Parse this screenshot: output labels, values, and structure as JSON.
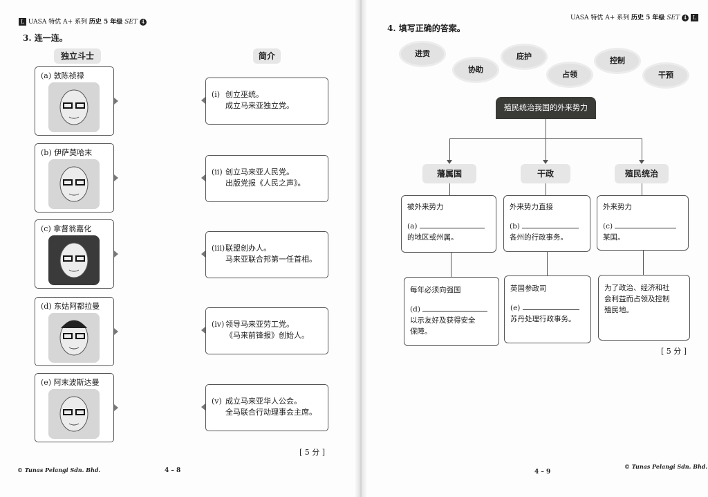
{
  "left_page": {
    "header": {
      "logo": "L",
      "series": "UASA 特优 A+ 系列",
      "subject": "历史 5 年级",
      "set_label": "SET",
      "set_number": "4"
    },
    "question": "3. 连一连。",
    "column_left_heading": "独立斗士",
    "column_right_heading": "简介",
    "fighters": [
      {
        "label": "(a)",
        "name": "敦陈祯禄"
      },
      {
        "label": "(b)",
        "name": "伊萨莫哈末"
      },
      {
        "label": "(c)",
        "name": "拿督翁嘉化"
      },
      {
        "label": "(d)",
        "name": "东姑阿都拉曼"
      },
      {
        "label": "(e)",
        "name": "阿末波斯达曼"
      }
    ],
    "descriptions": [
      {
        "label": "(i)",
        "line1": "创立巫统。",
        "line2": "成立马来亚独立党。"
      },
      {
        "label": "(ii)",
        "line1": "创立马来亚人民党。",
        "line2": "出版党报《人民之声》。"
      },
      {
        "label": "(iii)",
        "line1": "联盟创办人。",
        "line2": "马来亚联合邦第一任首相。"
      },
      {
        "label": "(iv)",
        "line1": "领导马来亚劳工党。",
        "line2": "《马来前锋报》创始人。"
      },
      {
        "label": "(v)",
        "line1": "成立马来亚华人公会。",
        "line2": "全马联合行动理事会主席。"
      }
    ],
    "marks": "[ 5 分 ]",
    "footer": "© Tunas Pelangi Sdn. Bhd.",
    "page_number": "4 – 8"
  },
  "right_page": {
    "header": {
      "series": "UASA 特优 A+ 系列",
      "subject": "历史 5 年级",
      "set_label": "SET",
      "set_number": "4",
      "logo": "L"
    },
    "question": "4. 填写正确的答案。",
    "word_bank": [
      "进贡",
      "协助",
      "庇护",
      "占领",
      "控制",
      "干预"
    ],
    "diagram_title": "殖民统治我国的外来势力",
    "categories": [
      {
        "name": "藩属国",
        "top_before": "被外来势力",
        "blank": "(a)",
        "top_after": "的地区或州属。",
        "bottom_before": "每年必须向强国",
        "bottom_blank": "(d)",
        "bottom_after1": "以示友好及获得安全",
        "bottom_after2": "保障。"
      },
      {
        "name": "干政",
        "top_before": "外来势力直接",
        "blank": "(b)",
        "top_after": "各州的行政事务。",
        "bottom_before": "英国参政司",
        "bottom_blank": "(e)",
        "bottom_after1": "苏丹处理行政事务。"
      },
      {
        "name": "殖民统治",
        "top_before": "外来势力",
        "blank": "(c)",
        "top_after": "某国。",
        "bottom_line1": "为了政治、经济和社",
        "bottom_line2": "会利益而占领及控制",
        "bottom_line3": "殖民地。"
      }
    ],
    "marks": "[ 5 分 ]",
    "footer": "© Tunas Pelangi Sdn. Bhd.",
    "page_number": "4 – 9"
  }
}
